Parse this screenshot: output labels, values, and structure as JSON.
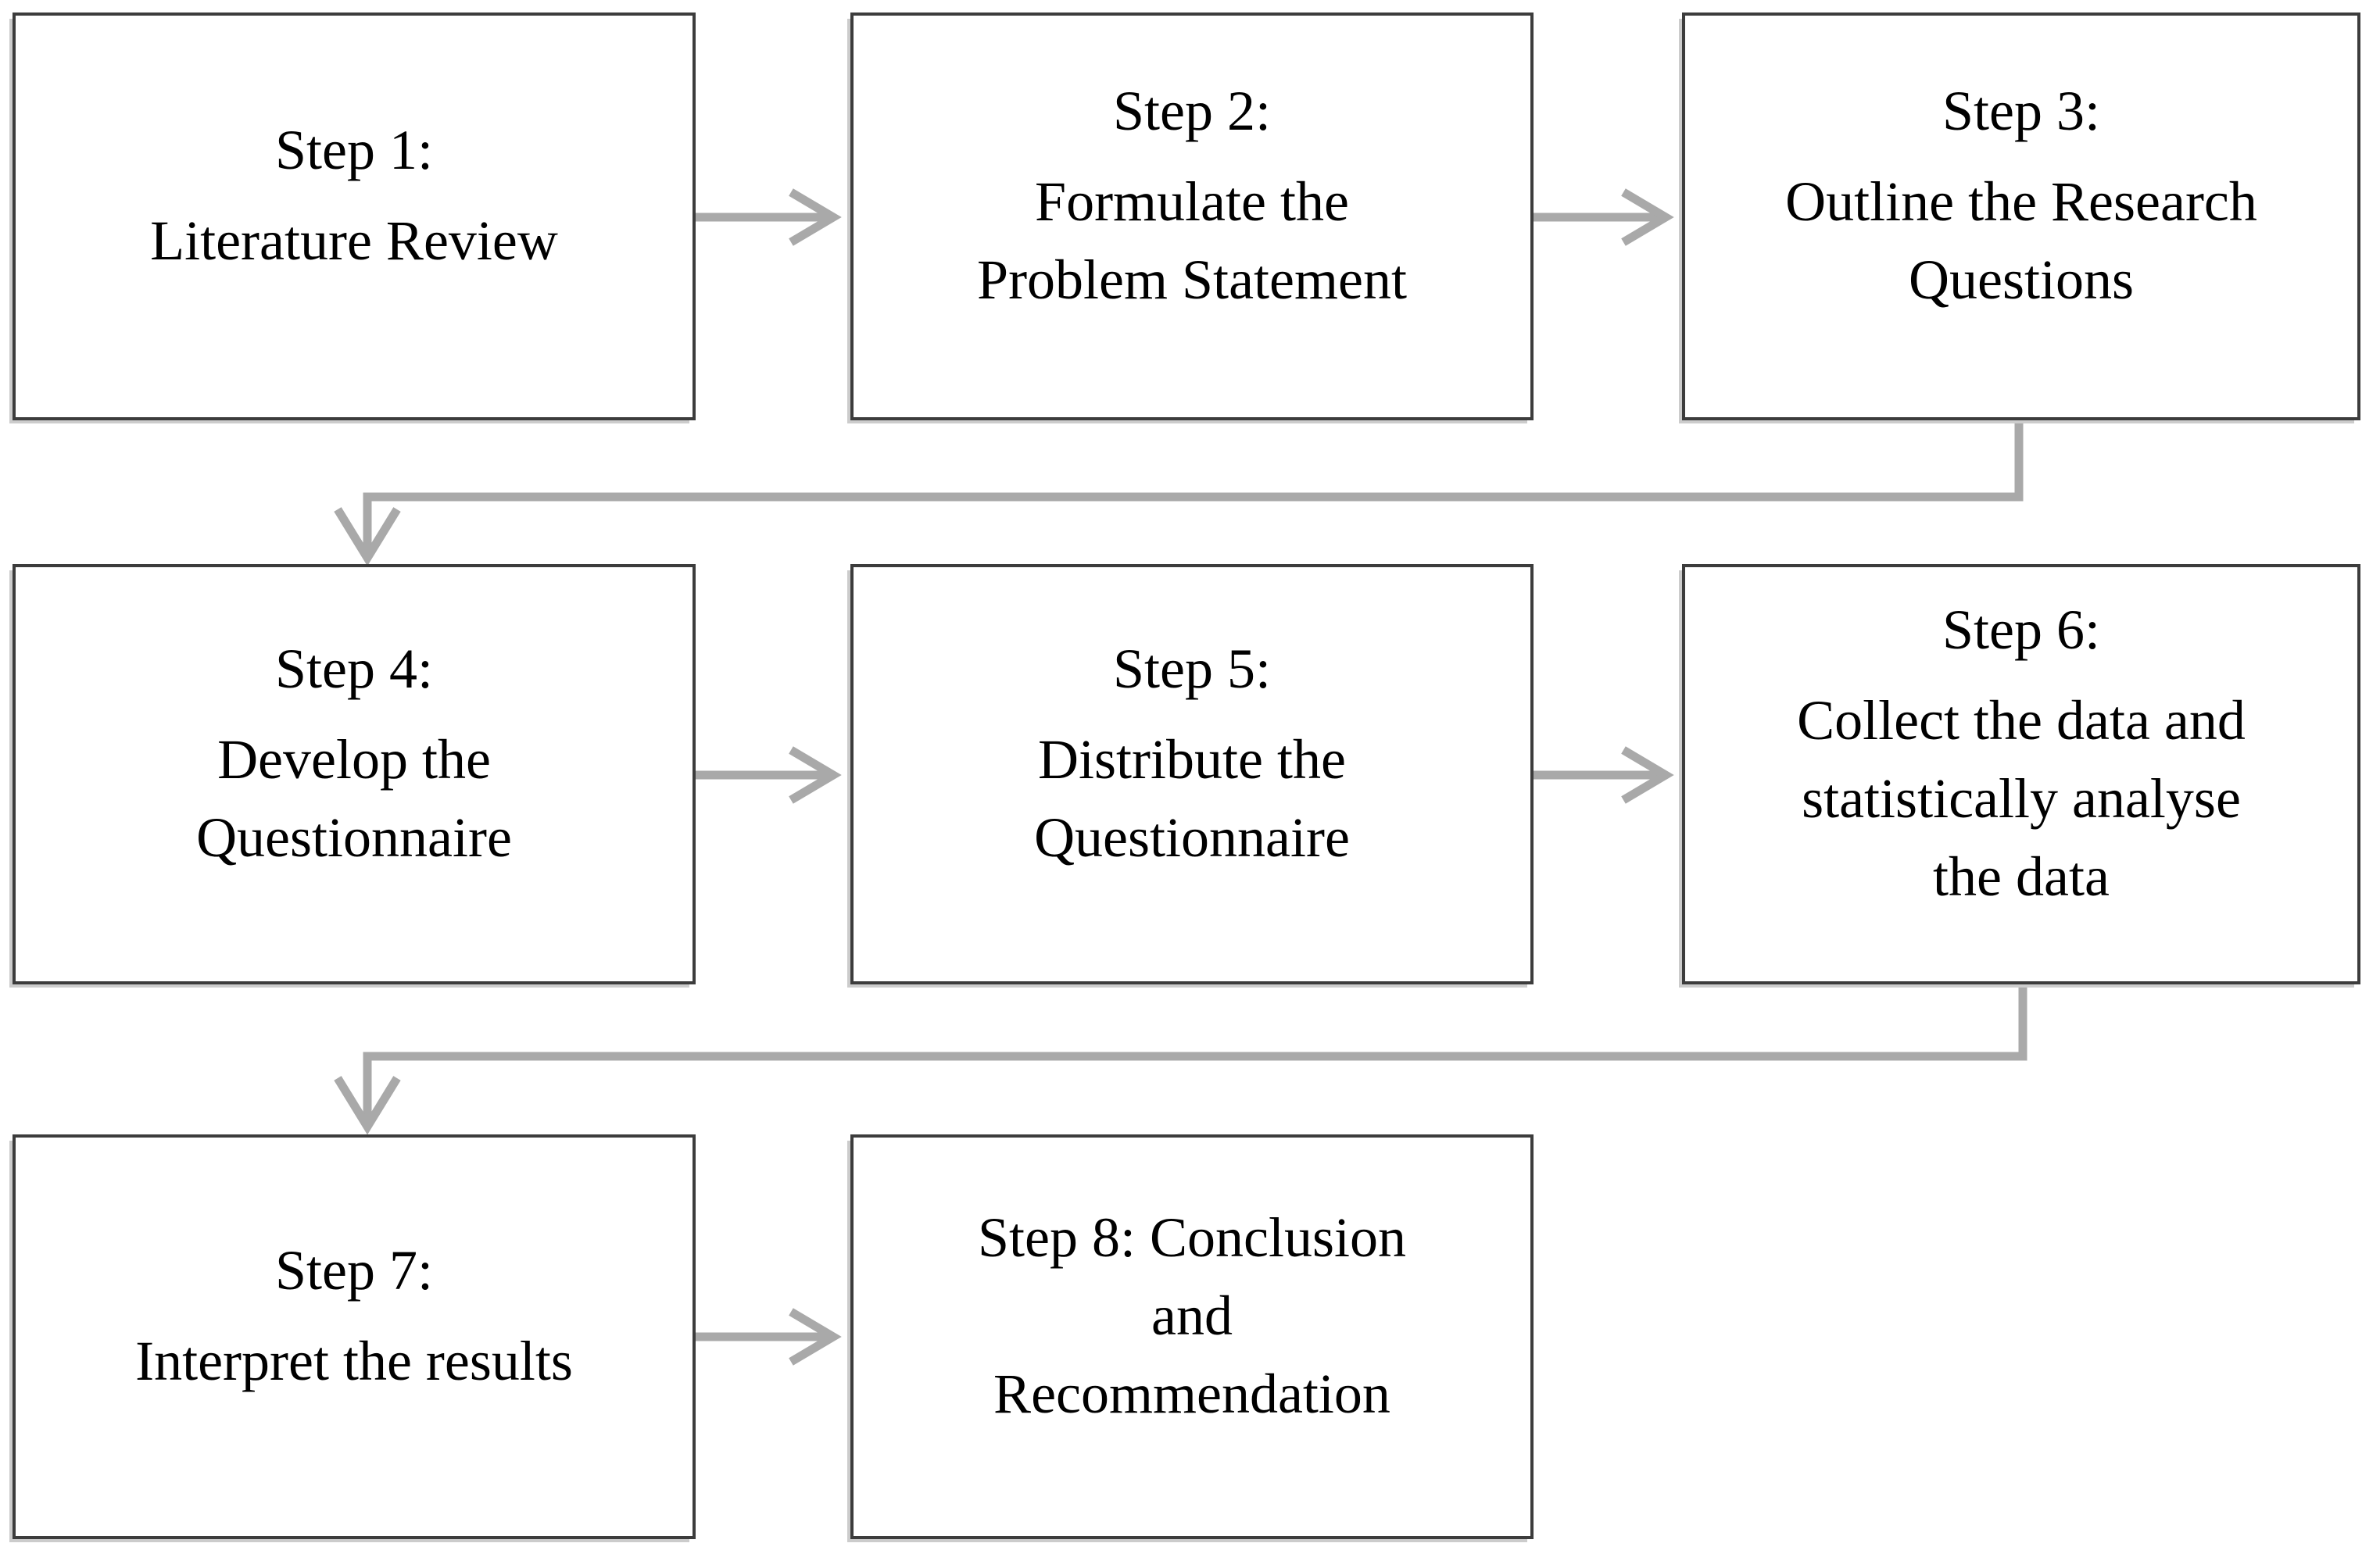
{
  "figure": {
    "type": "flowchart",
    "background_color": "#ffffff",
    "box_fill_color": "#ffffff",
    "box_border_color": "#3c3c3c",
    "arrow_color": "#a9a9a9",
    "text_color": "#000000"
  },
  "boxes": [
    {
      "id": "step-1",
      "step_label": "Step 1:",
      "description_lines": [
        "Literature Review"
      ]
    },
    {
      "id": "step-2",
      "step_label": "Step 2:",
      "description_lines": [
        "Formulate the",
        "Problem Statement"
      ]
    },
    {
      "id": "step-3",
      "step_label": "Step 3:",
      "description_lines": [
        "Outline the Research",
        "Questions"
      ]
    },
    {
      "id": "step-4",
      "step_label": "Step 4:",
      "description_lines": [
        "Develop the",
        "Questionnaire"
      ]
    },
    {
      "id": "step-5",
      "step_label": "Step 5:",
      "description_lines": [
        "Distribute the",
        "Questionnaire"
      ]
    },
    {
      "id": "step-6",
      "step_label": "Step 6:",
      "description_lines": [
        "Collect the data and",
        "statistically analyse",
        "the data"
      ]
    },
    {
      "id": "step-7",
      "step_label": "Step 7:",
      "description_lines": [
        "Interpret the results"
      ]
    },
    {
      "id": "step-8",
      "step_label": "",
      "description_lines": [
        "Step 8: Conclusion",
        "and",
        "Recommendation"
      ]
    }
  ],
  "connections": [
    {
      "from": "step-1",
      "to": "step-2",
      "style": "straight-right"
    },
    {
      "from": "step-2",
      "to": "step-3",
      "style": "straight-right"
    },
    {
      "from": "step-3",
      "to": "step-4",
      "style": "elbow-down-left-down"
    },
    {
      "from": "step-4",
      "to": "step-5",
      "style": "straight-right"
    },
    {
      "from": "step-5",
      "to": "step-6",
      "style": "straight-right"
    },
    {
      "from": "step-6",
      "to": "step-7",
      "style": "elbow-down-left-down"
    },
    {
      "from": "step-7",
      "to": "step-8",
      "style": "straight-right"
    }
  ]
}
